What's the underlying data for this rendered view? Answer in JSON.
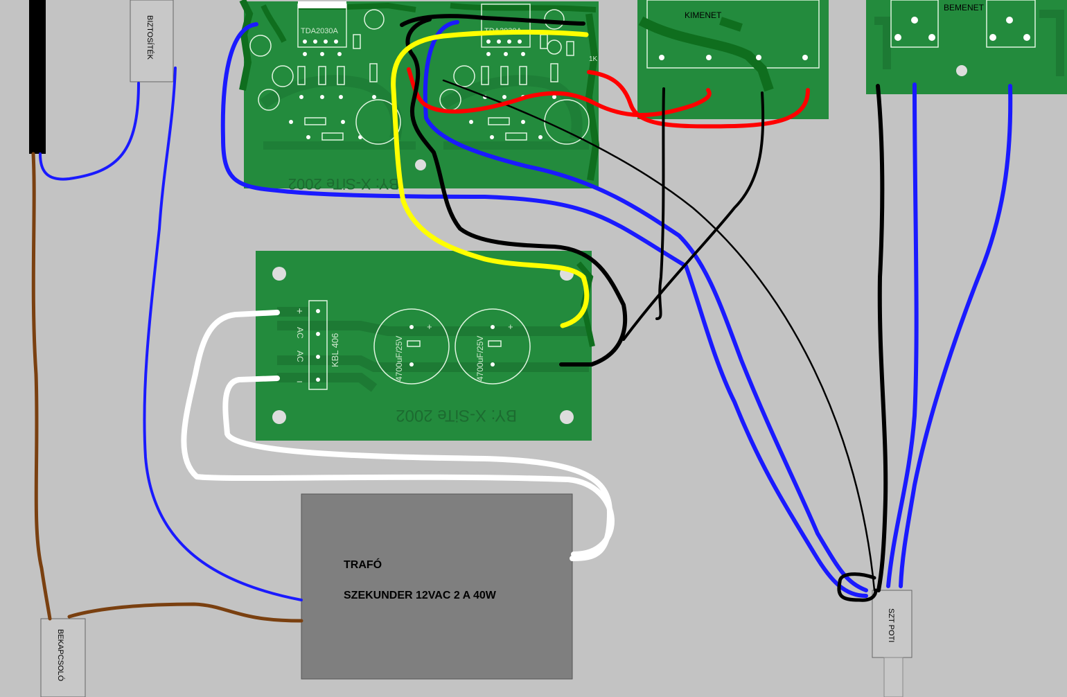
{
  "labels": {
    "fuse": "BIZTOSÍTÉK",
    "switch": "BEKAPCSOLÓ",
    "output": "KIMENET",
    "input": "BEMENET",
    "volume_pot": "SZT POTI",
    "transformer_title": "TRAFÓ",
    "transformer_spec": "SZEKUNDER 12VAC 2 A 40W"
  },
  "amp_board": {
    "chip_left": "TDA2030A",
    "chip_right": "TDA2030A",
    "resistor_label": "1K",
    "signature": "BY: X-SiTe 2002"
  },
  "psu_board": {
    "plus": "+",
    "ac1": "AC",
    "ac2": "AC",
    "minus": "−",
    "rectifier": "KBL 406",
    "cap1": "4700uF/25V",
    "cap2": "4700uF/25V",
    "signature": "BY: X-SiTe 2002"
  },
  "colors": {
    "background": "#c3c3c3",
    "pcb_green": "#238b3d",
    "wire_blue": "#1a1aff",
    "wire_red": "#ff0000",
    "wire_yellow": "#ffff00",
    "wire_black": "#000000",
    "wire_brown": "#7a4010",
    "wire_white": "#ffffff",
    "transformer": "#7f7f7f"
  }
}
